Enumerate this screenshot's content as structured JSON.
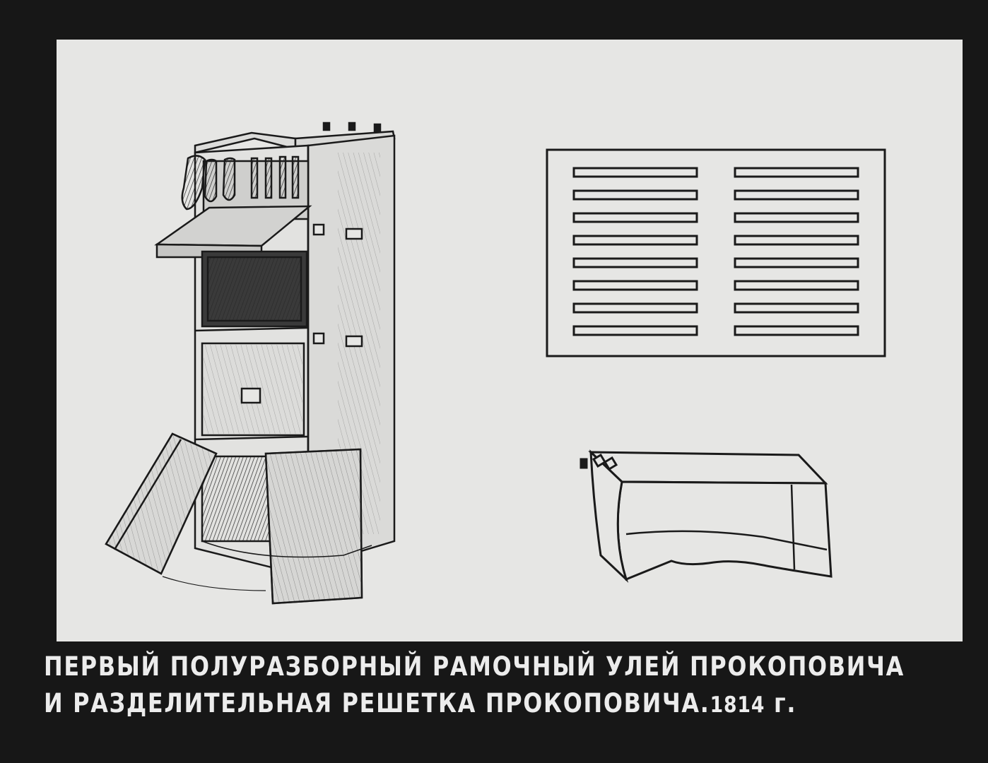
{
  "caption": {
    "line1": "ПЕРВЫЙ ПОЛУРАЗБОРНЫЙ РАМОЧНЫЙ УЛЕЙ ПРОКОПОВИЧА",
    "line2_text": "И РАЗДЕЛИТЕЛЬНАЯ РЕШЕТКА ПРОКОПОВИЧА.",
    "line2_year": "1814",
    "line2_suffix": "г."
  },
  "colors": {
    "frame": "#171717",
    "panel": "#e6e6e4",
    "ink": "#1a1a1a",
    "caption_text": "#ececec"
  },
  "illustrations": [
    "hive-drawing",
    "separator-grate-drawing",
    "frame-box-drawing"
  ]
}
